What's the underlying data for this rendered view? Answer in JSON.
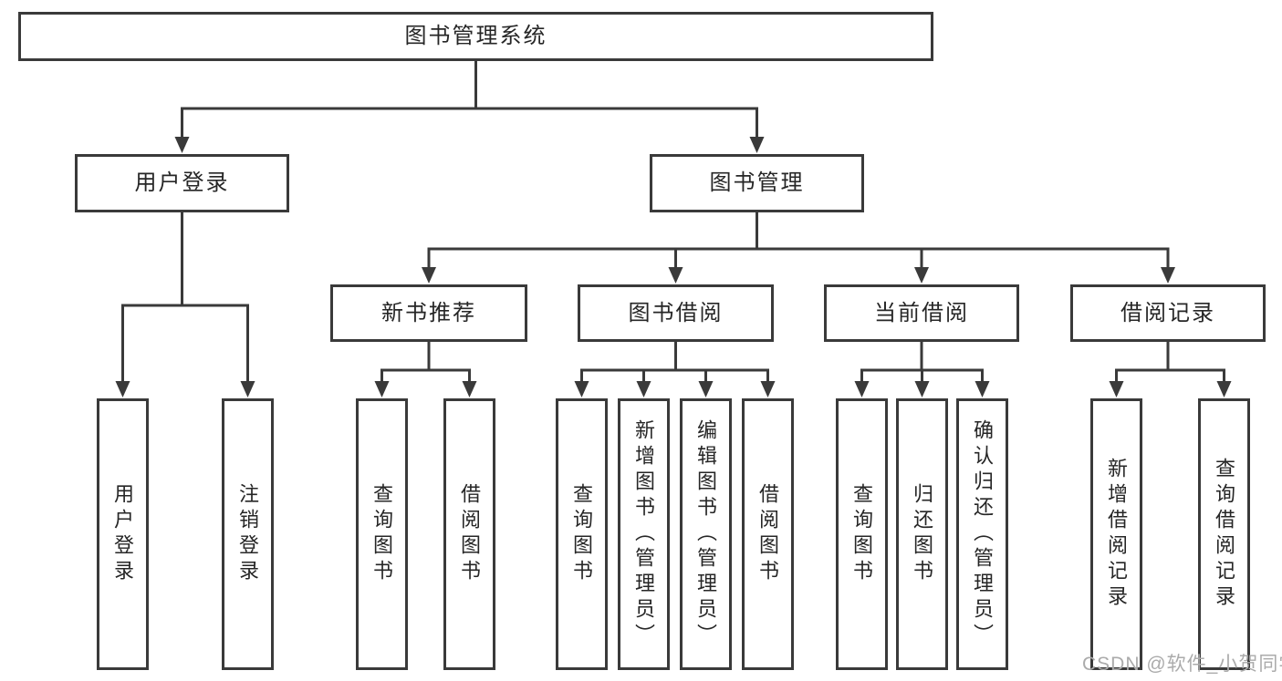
{
  "watermark": "CSDN @软件_小贺同学",
  "colors": {
    "line": "#3a3a3a",
    "text": "#262626",
    "box_background": "#ffffff",
    "watermark": "#ababab"
  },
  "tree": {
    "label": "图书管理系统",
    "children": [
      {
        "label": "用户登录",
        "children": [
          {
            "label": "用户登录"
          },
          {
            "label": "注销登录"
          }
        ]
      },
      {
        "label": "图书管理",
        "children": [
          {
            "label": "新书推荐",
            "children": [
              {
                "label": "查询图书"
              },
              {
                "label": "借阅图书"
              }
            ]
          },
          {
            "label": "图书借阅",
            "children": [
              {
                "label": "查询图书"
              },
              {
                "label": "新增图书（管理员）"
              },
              {
                "label": "编辑图书（管理员）"
              },
              {
                "label": "借阅图书"
              }
            ]
          },
          {
            "label": "当前借阅",
            "children": [
              {
                "label": "查询图书"
              },
              {
                "label": "归还图书"
              },
              {
                "label": "确认归还（管理员）"
              }
            ]
          },
          {
            "label": "借阅记录",
            "children": [
              {
                "label": "新增借阅记录"
              },
              {
                "label": "查询借阅记录"
              }
            ]
          }
        ]
      }
    ]
  }
}
